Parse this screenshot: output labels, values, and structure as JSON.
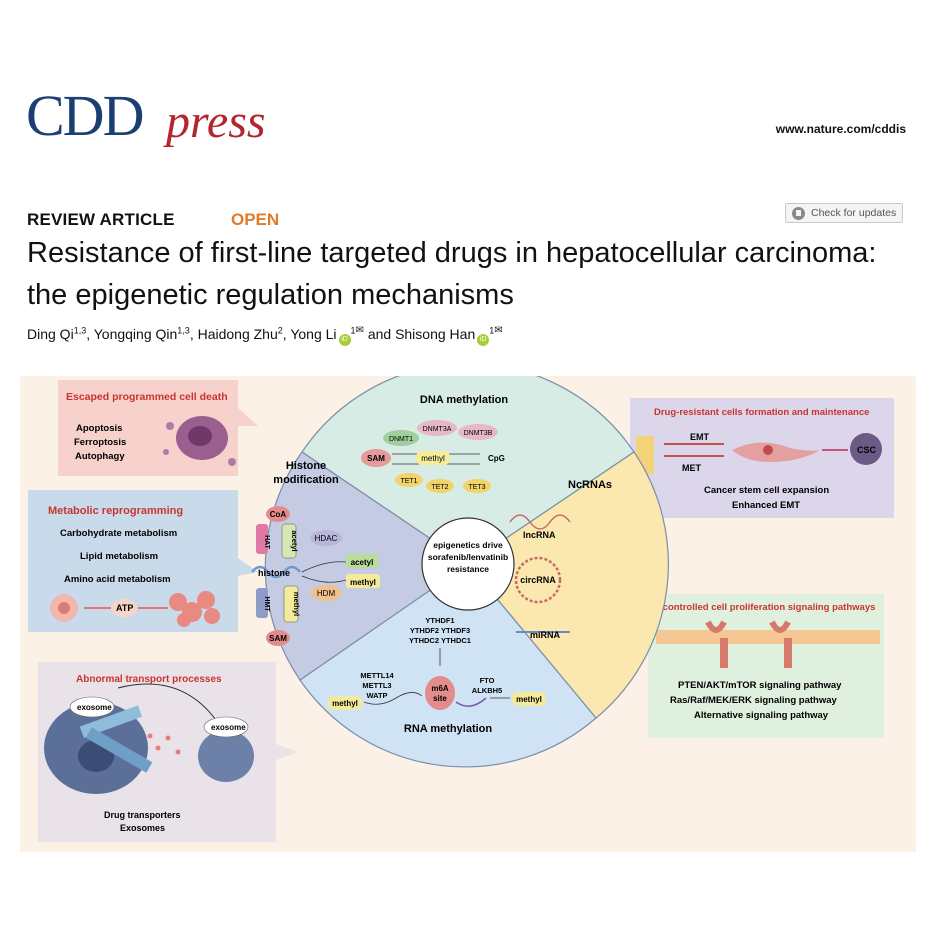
{
  "header": {
    "logo_cdd": "CDD",
    "logo_press": "press",
    "site_url": "www.nature.com/cddis"
  },
  "article": {
    "type": "REVIEW ARTICLE",
    "access": "OPEN",
    "check_updates": "Check for updates",
    "title": "Resistance of first-line targeted drugs in hepatocellular carcinoma: the epigenetic regulation mechanisms",
    "authors": [
      {
        "name": "Ding Qi",
        "sup": "1,3"
      },
      {
        "name": "Yongqing Qin",
        "sup": "1,3"
      },
      {
        "name": "Haidong Zhu",
        "sup": "2"
      },
      {
        "name": "Yong Li",
        "sup": "1"
      },
      {
        "name": "Shisong Han",
        "sup": "1"
      }
    ],
    "authors_joiner": "and"
  },
  "figure": {
    "center": [
      "epigenetics drive",
      "sorafenib/lenvatinib",
      "resistance"
    ],
    "dna_methylation": {
      "title": "DNA methylation",
      "labels": [
        "DNMT1",
        "DNMT3A",
        "DNMT3B",
        "SAM",
        "methyl",
        "CpG",
        "TET1",
        "TET2",
        "TET3"
      ]
    },
    "histone_modification": {
      "title_1": "Histone",
      "title_2": "modification",
      "labels": [
        "CoA",
        "HAT",
        "acetyl",
        "HDAC",
        "acetyl",
        "histone",
        "methyl",
        "HDM",
        "HMT",
        "methyl",
        "SAM"
      ]
    },
    "ncrnas": {
      "title": "NcRNAs",
      "labels": [
        "lncRNA",
        "circRNA",
        "miRNA"
      ]
    },
    "rna_methylation": {
      "title": "RNA methylation",
      "readers": [
        "YTHDF1",
        "YTHDF2 YTHDF3",
        "YTHDC2 YTHDC1"
      ],
      "writers": [
        "METTL14",
        "METTL3",
        "WATP"
      ],
      "erasers": [
        "FTO",
        "ALKBH5"
      ],
      "site_1": "m6A",
      "site_2": "site",
      "methyl": "methyl"
    },
    "cell_death": {
      "title": "Escaped programmed cell death",
      "items": [
        "Apoptosis",
        "Ferroptosis",
        "Autophagy"
      ]
    },
    "metabolic": {
      "title": "Metabolic reprogramming",
      "items": [
        "Carbohydrate metabolism",
        "Lipid metabolism",
        "Amino acid metabolism"
      ],
      "atp": "ATP"
    },
    "transport": {
      "title": "Abnormal transport processes",
      "exosome": "exosome",
      "items": [
        "Drug transporters",
        "Exosomes"
      ]
    },
    "drug_resistant": {
      "title": "Drug-resistant cells formation and maintenance",
      "emt": "EMT",
      "met": "MET",
      "csc": "CSC",
      "items": [
        "Cancer stem cell expansion",
        "Enhanced EMT"
      ]
    },
    "proliferation": {
      "title": "Uncontrolled cell proliferation signaling pathways",
      "items": [
        "PTEN/AKT/mTOR signaling pathway",
        "Ras/Raf/MEK/ERK signaling pathway",
        "Alternative signaling pathway"
      ]
    }
  }
}
